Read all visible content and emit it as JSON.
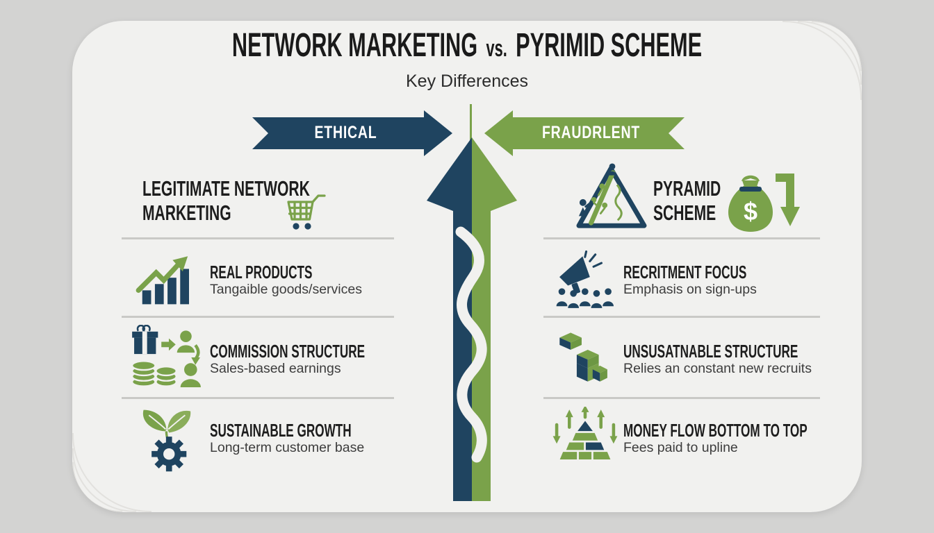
{
  "header": {
    "title_left": "NETWORK MARKETING",
    "title_vs": "vs.",
    "title_right": "PYRIMID SCHEME",
    "subtitle": "Key Differences"
  },
  "banners": {
    "ethical": {
      "label": "ETHICAL",
      "color": "#1f4460"
    },
    "fraudulent": {
      "label": "FRAUDRLENT",
      "color": "#7aa24a"
    }
  },
  "center_graphic": {
    "description": "split upward arrow, left navy right green, with white wavy line",
    "colors": {
      "left": "#1f4460",
      "right": "#7aa24a"
    }
  },
  "columns": {
    "left": {
      "heading": "LEGITIMATE NETWORK MARKETING",
      "heading_icon": "shopping-cart-icon",
      "rows": [
        {
          "icon": "bar-chart-growth-icon",
          "title": "REAL PRODUCTS",
          "subtitle": "Tangaible goods/services"
        },
        {
          "icon": "gift-commission-icon",
          "title": "COMMISSION STRUCTURE",
          "subtitle": "Sales-based earnings"
        },
        {
          "icon": "leaf-gear-icon",
          "title": "SUSTAINABLE GROWTH",
          "subtitle": "Long-term customer base"
        }
      ]
    },
    "right": {
      "heading": "PYRAMID SCHEME",
      "heading_icons": [
        "pyramid-climbers-icon",
        "money-bag-icon"
      ],
      "money_bag_symbol": "$",
      "rows": [
        {
          "icon": "megaphone-crowd-icon",
          "title": "RECRITMENT FOCUS",
          "subtitle": "Emphasis on sign-ups"
        },
        {
          "icon": "stacked-blocks-icon",
          "title": "UNSUSATNABLE STRUCTURE",
          "subtitle": "Relies an constant new recruits"
        },
        {
          "icon": "pyramid-money-flow-icon",
          "title": "MONEY FLOW BOTTOM TO TOP",
          "subtitle": "Fees paid to upline"
        }
      ]
    }
  },
  "colors": {
    "navy": "#1f4460",
    "green": "#7aa24a",
    "card": "#f1f1ef",
    "background": "#d3d3d2"
  }
}
